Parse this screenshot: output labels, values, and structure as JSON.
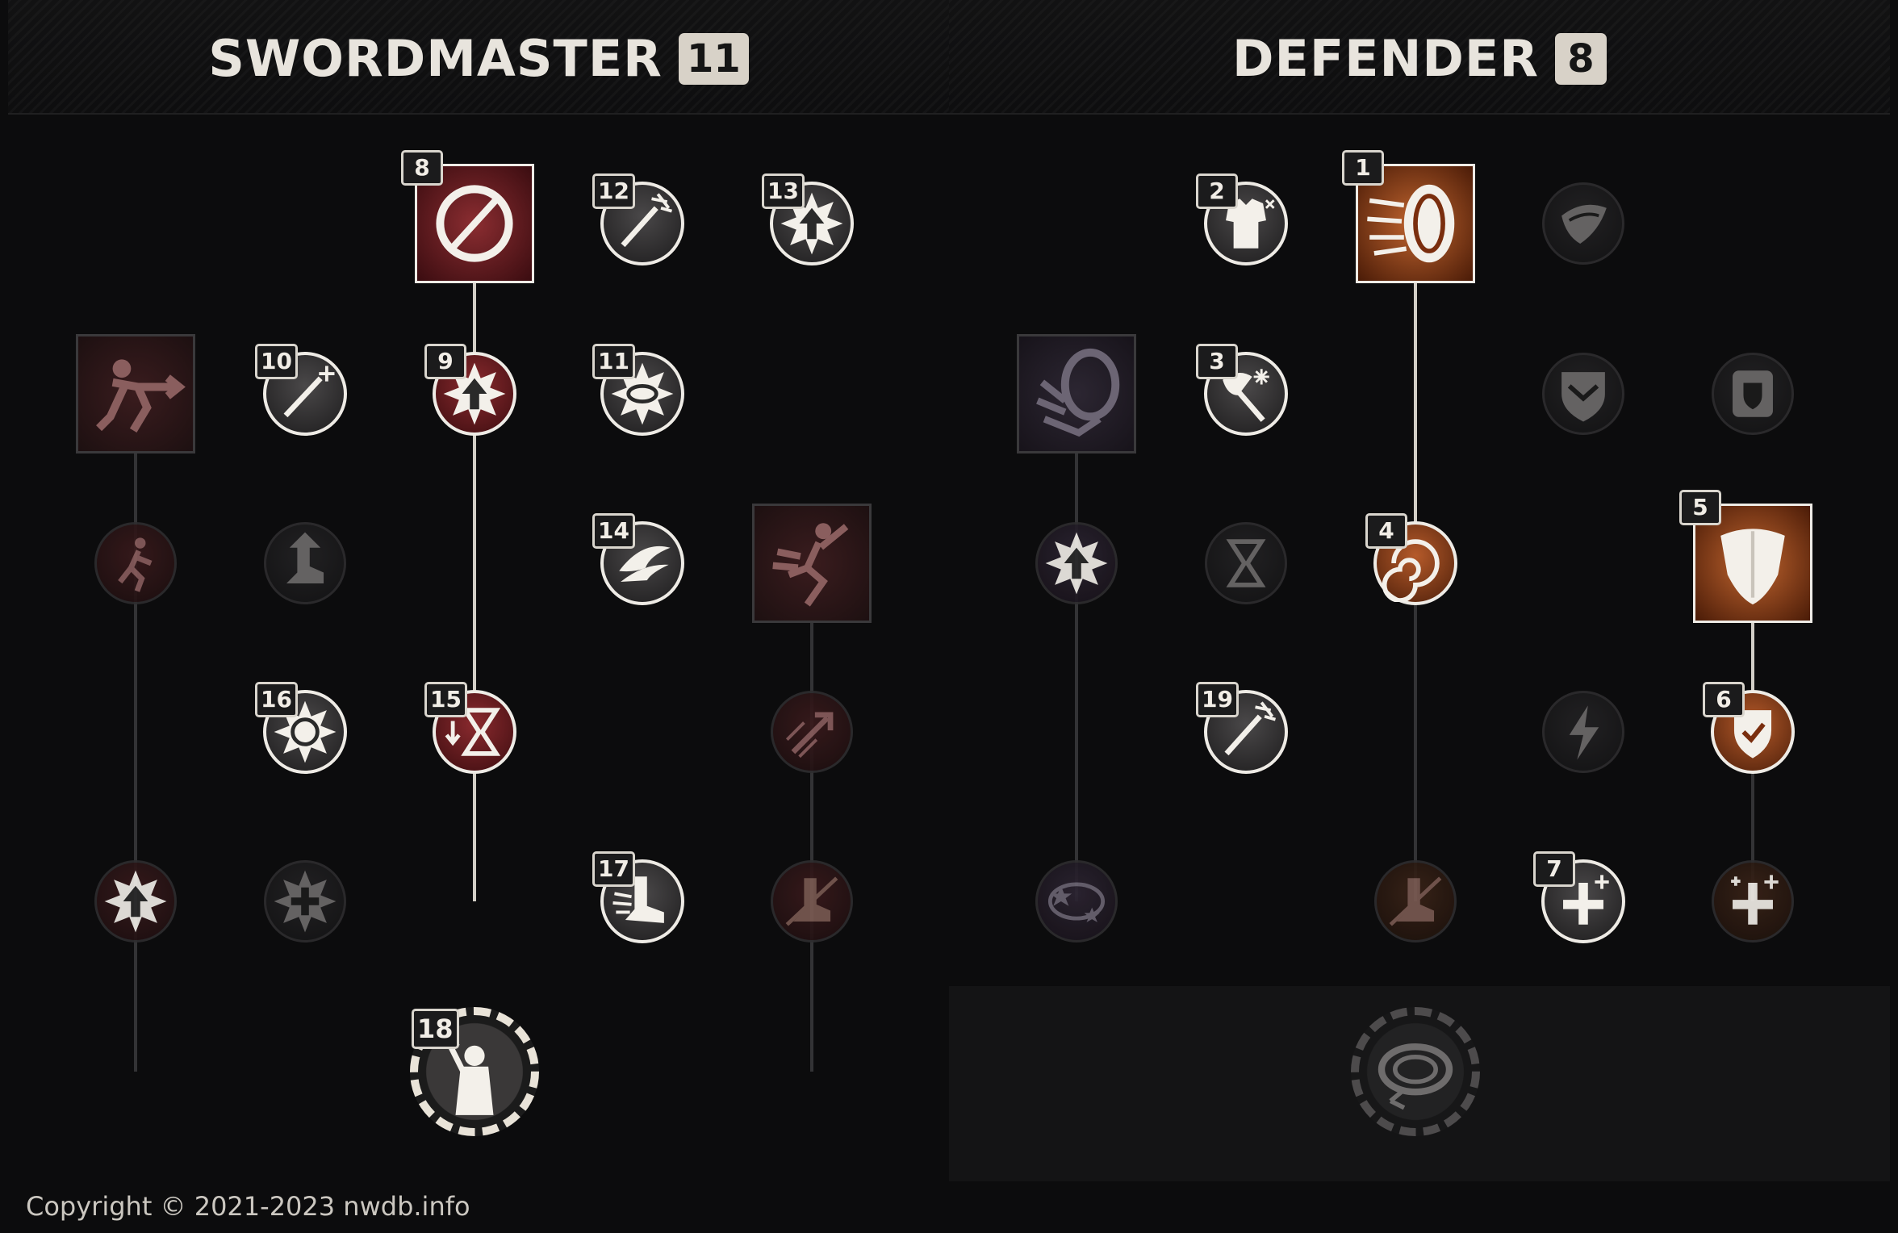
{
  "trees": [
    {
      "name": "SWORDMASTER",
      "points": "11",
      "connectors": [
        {
          "col": 2,
          "from_row": 0,
          "to_row": 4,
          "active": true
        },
        {
          "col": 0,
          "from_row": 1,
          "to_row": 5,
          "active": false
        },
        {
          "col": 4,
          "from_row": 2,
          "to_row": 5,
          "active": false
        }
      ],
      "nodes": [
        {
          "col": 2,
          "row": 0,
          "kind": "square",
          "tint": "red",
          "active": true,
          "order": "8",
          "icon": "sword-circle-icon"
        },
        {
          "col": 3,
          "row": 0,
          "kind": "round",
          "tint": "gray",
          "active": true,
          "order": "12",
          "icon": "sword-slash-icon"
        },
        {
          "col": 4,
          "row": 0,
          "kind": "round",
          "tint": "gray",
          "active": true,
          "order": "13",
          "icon": "burst-arrow-up-icon"
        },
        {
          "col": 0,
          "row": 1,
          "kind": "square",
          "tint": "red",
          "active": false,
          "order": "",
          "icon": "lunge-figure-icon"
        },
        {
          "col": 1,
          "row": 1,
          "kind": "round",
          "tint": "gray",
          "active": true,
          "order": "10",
          "icon": "sword-sparkle-icon"
        },
        {
          "col": 2,
          "row": 1,
          "kind": "round",
          "tint": "red",
          "active": true,
          "order": "9",
          "icon": "burst-arrow-up-icon"
        },
        {
          "col": 3,
          "row": 1,
          "kind": "round",
          "tint": "gray",
          "active": true,
          "order": "11",
          "icon": "burst-swirl-icon"
        },
        {
          "col": 0,
          "row": 2,
          "kind": "round",
          "tint": "red",
          "active": false,
          "order": "",
          "icon": "runner-icon"
        },
        {
          "col": 1,
          "row": 2,
          "kind": "round",
          "tint": "gray",
          "active": false,
          "order": "",
          "icon": "boot-arrow-icon"
        },
        {
          "col": 3,
          "row": 2,
          "kind": "round",
          "tint": "gray",
          "active": true,
          "order": "14",
          "icon": "wind-swoosh-icon"
        },
        {
          "col": 4,
          "row": 2,
          "kind": "square",
          "tint": "red",
          "active": false,
          "order": "",
          "icon": "leap-strike-icon"
        },
        {
          "col": 1,
          "row": 3,
          "kind": "round",
          "tint": "gray",
          "active": true,
          "order": "16",
          "icon": "star-ring-burst-icon"
        },
        {
          "col": 2,
          "row": 3,
          "kind": "round",
          "tint": "red",
          "active": true,
          "order": "15",
          "icon": "hourglass-arrow-icon"
        },
        {
          "col": 4,
          "row": 3,
          "kind": "round",
          "tint": "red",
          "active": false,
          "order": "",
          "icon": "arrow-dash-icon"
        },
        {
          "col": 0,
          "row": 4,
          "kind": "round",
          "tint": "red",
          "active": false,
          "order": "",
          "icon": "burst-arrow-up-icon"
        },
        {
          "col": 1,
          "row": 4,
          "kind": "round",
          "tint": "gray",
          "active": false,
          "order": "",
          "icon": "burst-cross-icon"
        },
        {
          "col": 3,
          "row": 4,
          "kind": "round",
          "tint": "gray",
          "active": true,
          "order": "17",
          "icon": "winged-boot-icon"
        },
        {
          "col": 4,
          "row": 4,
          "kind": "round",
          "tint": "red",
          "active": false,
          "order": "",
          "icon": "boot-slash-icon"
        },
        {
          "col": 2,
          "row": 5,
          "kind": "ult",
          "tint": "gray",
          "active": true,
          "order": "18",
          "icon": "raised-fist-hero-icon"
        }
      ]
    },
    {
      "name": "DEFENDER",
      "points": "8",
      "connectors": [
        {
          "col": 2,
          "from_row": 0,
          "to_row": 2,
          "active": true
        },
        {
          "col": 2,
          "from_row": 2,
          "to_row": 4,
          "active": false
        },
        {
          "col": 0,
          "from_row": 1,
          "to_row": 4,
          "active": false
        },
        {
          "col": 4,
          "from_row": 2,
          "to_row": 3,
          "active": true
        },
        {
          "col": 4,
          "from_row": 3,
          "to_row": 4,
          "active": false
        }
      ],
      "nodes": [
        {
          "col": 1,
          "row": 0,
          "kind": "round",
          "tint": "gray",
          "active": true,
          "order": "2",
          "icon": "armor-chest-icon"
        },
        {
          "col": 2,
          "row": 0,
          "kind": "square",
          "tint": "orange",
          "active": true,
          "order": "1",
          "icon": "shield-bash-icon"
        },
        {
          "col": 3,
          "row": 0,
          "kind": "round",
          "tint": "gray",
          "active": false,
          "order": "",
          "icon": "shield-swirl-icon"
        },
        {
          "col": 0,
          "row": 1,
          "kind": "square",
          "tint": "purple",
          "active": false,
          "order": "",
          "icon": "shield-throw-icon"
        },
        {
          "col": 1,
          "row": 1,
          "kind": "round",
          "tint": "gray",
          "active": true,
          "order": "3",
          "icon": "axe-frost-icon"
        },
        {
          "col": 3,
          "row": 1,
          "kind": "round",
          "tint": "gray",
          "active": false,
          "order": "",
          "icon": "shield-chevron-icon"
        },
        {
          "col": 4,
          "row": 1,
          "kind": "round",
          "tint": "gray",
          "active": false,
          "order": "",
          "icon": "badge-shield-icon"
        },
        {
          "col": 0,
          "row": 2,
          "kind": "round",
          "tint": "purple",
          "active": false,
          "order": "",
          "icon": "burst-arrow-up-icon"
        },
        {
          "col": 1,
          "row": 2,
          "kind": "round",
          "tint": "gray",
          "active": false,
          "order": "",
          "icon": "hourglass-icon"
        },
        {
          "col": 2,
          "row": 2,
          "kind": "round",
          "tint": "orange",
          "active": true,
          "order": "4",
          "icon": "vortex-icon"
        },
        {
          "col": 4,
          "row": 2,
          "kind": "square",
          "tint": "orange",
          "active": true,
          "order": "5",
          "icon": "kite-shield-icon"
        },
        {
          "col": 1,
          "row": 3,
          "kind": "round",
          "tint": "gray",
          "active": true,
          "order": "19",
          "icon": "sword-slash-icon"
        },
        {
          "col": 3,
          "row": 3,
          "kind": "round",
          "tint": "gray",
          "active": false,
          "order": "",
          "icon": "lightning-shard-icon"
        },
        {
          "col": 4,
          "row": 3,
          "kind": "round",
          "tint": "orange",
          "active": true,
          "order": "6",
          "icon": "shield-check-icon"
        },
        {
          "col": 0,
          "row": 4,
          "kind": "round",
          "tint": "purple",
          "active": false,
          "order": "",
          "icon": "star-orbit-icon"
        },
        {
          "col": 2,
          "row": 4,
          "kind": "round",
          "tint": "orange",
          "active": false,
          "order": "",
          "icon": "boot-slash-icon"
        },
        {
          "col": 3,
          "row": 4,
          "kind": "round",
          "tint": "gray",
          "active": true,
          "order": "7",
          "icon": "heal-cross-icon"
        },
        {
          "col": 4,
          "row": 4,
          "kind": "round",
          "tint": "orange",
          "active": false,
          "order": "",
          "icon": "heal-cross-icon"
        },
        {
          "col": 2,
          "row": 5,
          "kind": "ult",
          "tint": "gray",
          "active": false,
          "order": "",
          "icon": "shield-spin-icon"
        }
      ]
    }
  ],
  "footer": {
    "copyright": "Copyright © 2021-2023 nwdb.info"
  }
}
